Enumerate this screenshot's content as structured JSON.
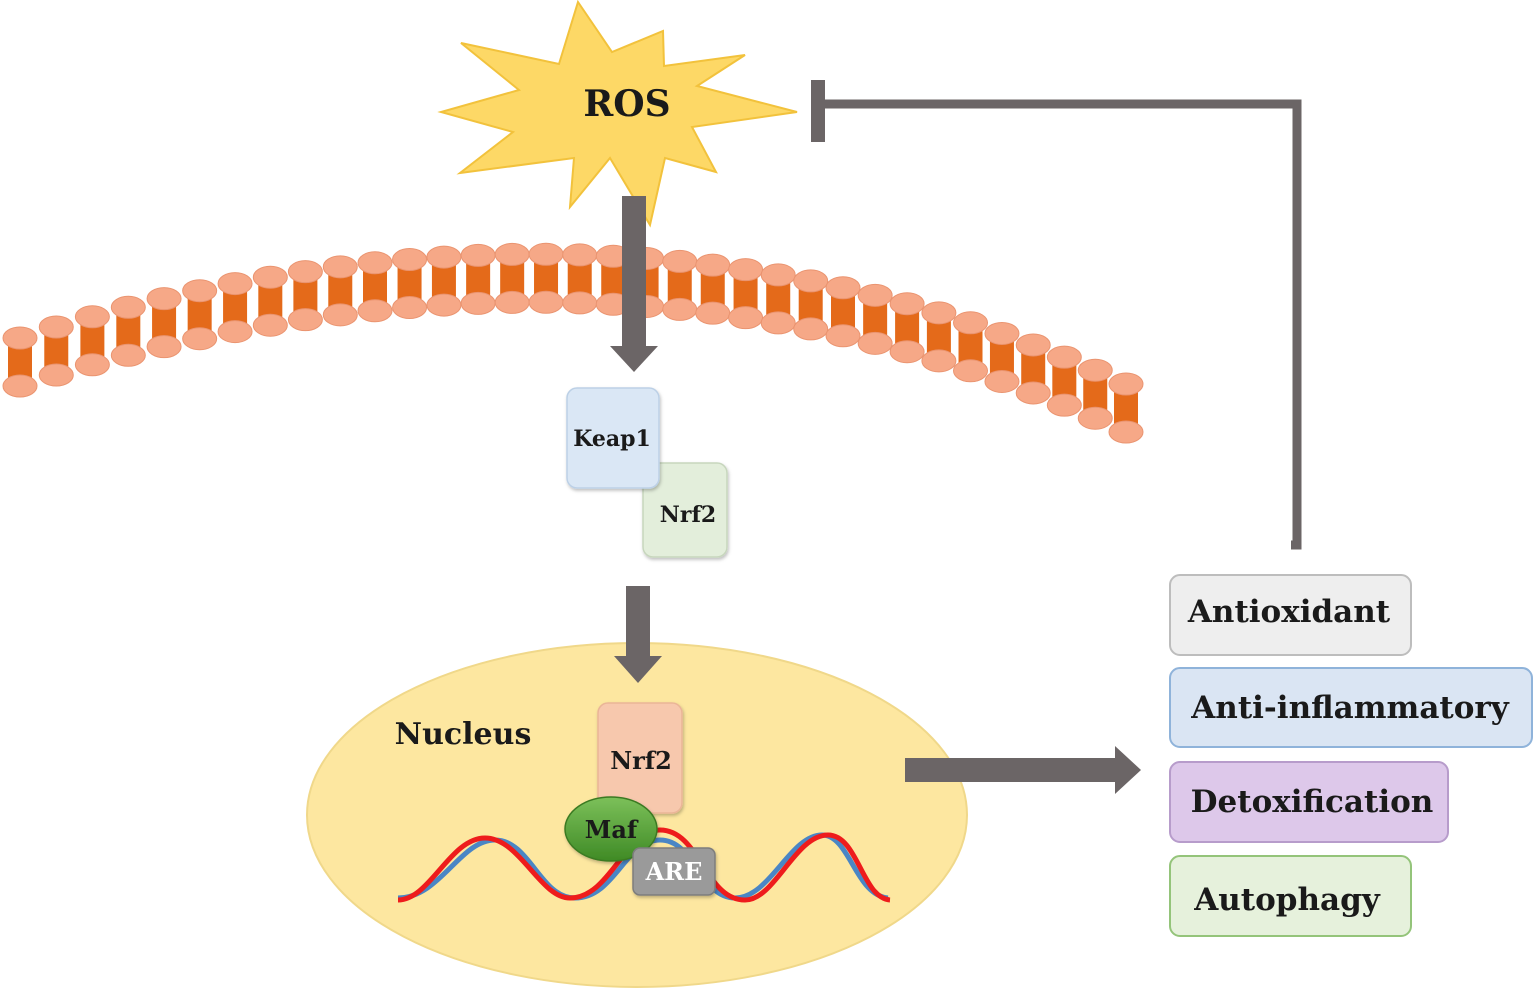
{
  "ros": {
    "label": "ROS"
  },
  "keap1": {
    "label": "Keap1"
  },
  "nrf2_cyto": {
    "label": "Nrf2"
  },
  "nucleus": {
    "label": "Nucleus"
  },
  "nrf2_nuc": {
    "label": "Nrf2"
  },
  "maf": {
    "label": "Maf"
  },
  "are": {
    "label": "ARE"
  },
  "outcomes": [
    {
      "label": "Antioxidant"
    },
    {
      "label": "Anti-inflammatory"
    },
    {
      "label": "Detoxification"
    },
    {
      "label": "Autophagy"
    }
  ],
  "colors": {
    "ros": "#fdd866",
    "arrow": "#6b6566",
    "membrane_head": "#f6a887",
    "membrane_tail": "#e46a1a",
    "keap1": "#dae7f5",
    "nrf2_cyto": "#e3eedb",
    "nucleus": "#fde7a0",
    "nrf2_nuc": "#f7c8ad",
    "maf": "#5da03d",
    "are": "#9a9a9a",
    "dna_red": "#ee1c1c",
    "dna_blue": "#4a86c5",
    "antioxidant": "#eeeeee",
    "anti_inflammatory": "#dae5f3",
    "detoxification": "#ddc8ea",
    "autophagy": "#e6f1dc"
  }
}
